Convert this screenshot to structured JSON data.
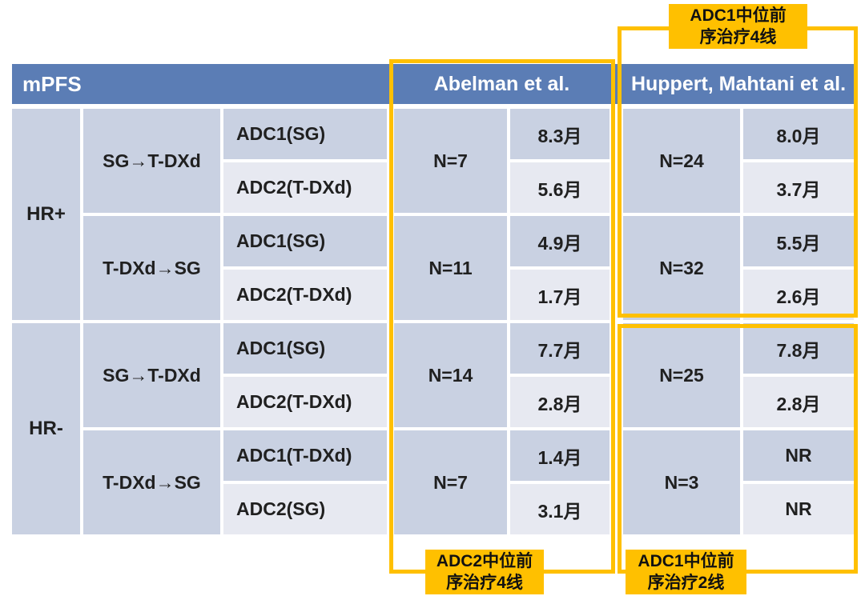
{
  "chart_data": {
    "type": "table",
    "title": "mPFS",
    "studies": [
      "Abelman et al.",
      "Huppert, Mahtani et al."
    ],
    "rows": [
      [
        "HR+",
        "SG→T-DXd",
        "ADC1(SG)",
        "N=7",
        "8.3月",
        "N=24",
        "8.0月"
      ],
      [
        "HR+",
        "SG→T-DXd",
        "ADC2(T-DXd)",
        "N=7",
        "5.6月",
        "N=24",
        "3.7月"
      ],
      [
        "HR+",
        "T-DXd→SG",
        "ADC1(SG)",
        "N=11",
        "4.9月",
        "N=32",
        "5.5月"
      ],
      [
        "HR+",
        "T-DXd→SG",
        "ADC2(T-DXd)",
        "N=11",
        "1.7月",
        "N=32",
        "2.6月"
      ],
      [
        "HR-",
        "SG→T-DXd",
        "ADC1(SG)",
        "N=14",
        "7.7月",
        "N=25",
        "7.8月"
      ],
      [
        "HR-",
        "SG→T-DXd",
        "ADC2(T-DXd)",
        "N=14",
        "2.8月",
        "N=25",
        "2.8月"
      ],
      [
        "HR-",
        "T-DXd→SG",
        "ADC1(T-DXd)",
        "N=7",
        "1.4月",
        "N=3",
        "NR"
      ],
      [
        "HR-",
        "T-DXd→SG",
        "ADC2(SG)",
        "N=7",
        "3.1月",
        "N=3",
        "NR"
      ]
    ]
  },
  "callouts": {
    "top": {
      "line1": "ADC1中位前",
      "line2": "序治疗4线"
    },
    "bottom_left": {
      "line1": "ADC2中位前",
      "line2": "序治疗4线"
    },
    "bottom_right": {
      "line1": "ADC1中位前",
      "line2": "序治疗2线"
    }
  },
  "colors": {
    "header_bg": "#5b7db5",
    "cell_dark": "#c9d1e2",
    "cell_light": "#e7e9f1",
    "accent_yellow": "#ffc000",
    "header_text": "#ffffff",
    "body_text": "#202020"
  }
}
